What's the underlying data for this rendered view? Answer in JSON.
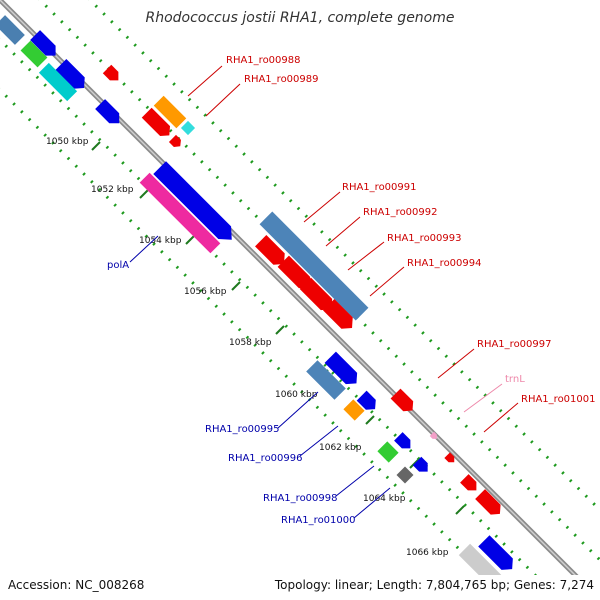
{
  "title": "Rhodococcus jostii RHA1, complete genome",
  "footer": {
    "accession": "Accession: NC_008268",
    "summary": "Topology: linear; Length: 7,804,765 bp; Genes: 7,274"
  },
  "colors": {
    "backbone": "#9e9e9e",
    "dots": "#1f9a1f",
    "red_label": "#cc0000",
    "blue_label": "#0000aa",
    "trna_label": "#ee88aa"
  },
  "kbp_ticks": [
    {
      "label": "1050 kbp"
    },
    {
      "label": "1052 kbp"
    },
    {
      "label": "1054 kbp"
    },
    {
      "label": "1056 kbp"
    },
    {
      "label": "1058 kbp"
    },
    {
      "label": "1060 kbp"
    },
    {
      "label": "1062 kbp"
    },
    {
      "label": "1064 kbp"
    },
    {
      "label": "1066 kbp"
    }
  ],
  "gene_labels": [
    {
      "text": "RHA1_ro00988",
      "color": "red"
    },
    {
      "text": "RHA1_ro00989",
      "color": "red"
    },
    {
      "text": "RHA1_ro00991",
      "color": "red"
    },
    {
      "text": "RHA1_ro00992",
      "color": "red"
    },
    {
      "text": "RHA1_ro00993",
      "color": "red"
    },
    {
      "text": "RHA1_ro00994",
      "color": "red"
    },
    {
      "text": "RHA1_ro00997",
      "color": "red"
    },
    {
      "text": "trnL",
      "color": "pink"
    },
    {
      "text": "RHA1_ro01001",
      "color": "red"
    },
    {
      "text": "polA",
      "color": "blue"
    },
    {
      "text": "RHA1_ro00995",
      "color": "blue"
    },
    {
      "text": "RHA1_ro00996",
      "color": "blue"
    },
    {
      "text": "RHA1_ro00998",
      "color": "blue"
    },
    {
      "text": "RHA1_ro01000",
      "color": "blue"
    }
  ],
  "feature_colors": [
    "blue",
    "steelblue",
    "red",
    "orange",
    "cyan",
    "green",
    "magenta",
    "gray",
    "lightgray",
    "pink"
  ]
}
